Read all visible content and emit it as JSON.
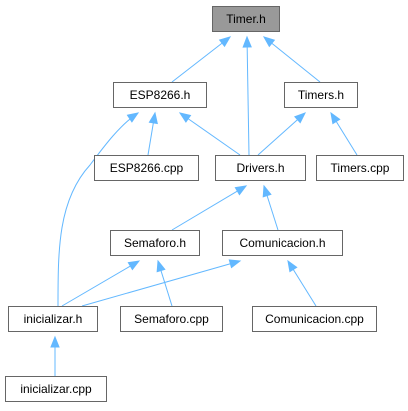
{
  "diagram": {
    "colors": {
      "edge": "#63b8ff",
      "node_border": "#666666",
      "node_fill": "#ffffff",
      "highlight_fill": "#999999",
      "text": "#000000"
    },
    "nodes": [
      {
        "id": "timer_h",
        "label": "Timer.h",
        "highlight": true
      },
      {
        "id": "esp8266_h",
        "label": "ESP8266.h"
      },
      {
        "id": "timers_h",
        "label": "Timers.h"
      },
      {
        "id": "esp8266_cpp",
        "label": "ESP8266.cpp"
      },
      {
        "id": "drivers_h",
        "label": "Drivers.h"
      },
      {
        "id": "timers_cpp",
        "label": "Timers.cpp"
      },
      {
        "id": "semaforo_h",
        "label": "Semaforo.h"
      },
      {
        "id": "comunicacion_h",
        "label": "Comunicacion.h"
      },
      {
        "id": "inicializar_h",
        "label": "inicializar.h"
      },
      {
        "id": "semaforo_cpp",
        "label": "Semaforo.cpp"
      },
      {
        "id": "comunicacion_cpp",
        "label": "Comunicacion.cpp"
      },
      {
        "id": "inicializar_cpp",
        "label": "inicializar.cpp"
      }
    ],
    "edges": [
      {
        "from": "esp8266_h",
        "to": "timer_h"
      },
      {
        "from": "drivers_h",
        "to": "timer_h"
      },
      {
        "from": "timers_h",
        "to": "timer_h"
      },
      {
        "from": "esp8266_cpp",
        "to": "esp8266_h"
      },
      {
        "from": "drivers_h",
        "to": "esp8266_h"
      },
      {
        "from": "inicializar_h",
        "to": "esp8266_h"
      },
      {
        "from": "drivers_h",
        "to": "timers_h"
      },
      {
        "from": "timers_cpp",
        "to": "timers_h"
      },
      {
        "from": "semaforo_h",
        "to": "drivers_h"
      },
      {
        "from": "comunicacion_h",
        "to": "drivers_h"
      },
      {
        "from": "inicializar_h",
        "to": "semaforo_h"
      },
      {
        "from": "semaforo_cpp",
        "to": "semaforo_h"
      },
      {
        "from": "inicializar_h",
        "to": "comunicacion_h"
      },
      {
        "from": "comunicacion_cpp",
        "to": "comunicacion_h"
      },
      {
        "from": "inicializar_cpp",
        "to": "inicializar_h"
      }
    ]
  }
}
